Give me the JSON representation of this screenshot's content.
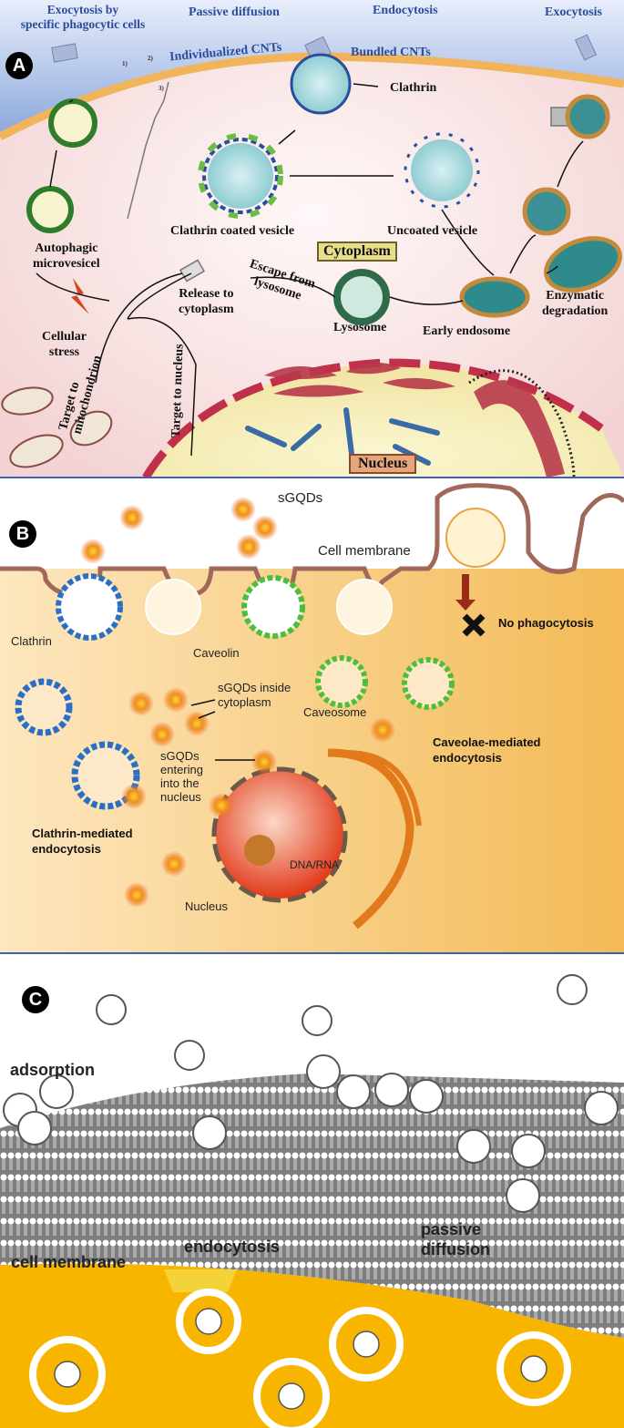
{
  "panel_a": {
    "badge": "A",
    "top_labels": {
      "exocytosis_phagocytic": "Exocytosis by\nspecific phagocytic cells",
      "passive_diffusion": "Passive diffusion",
      "endocytosis": "Endocytosis",
      "exocytosis": "Exocytosis"
    },
    "individualized_cnts": "Individualized CNTs",
    "bundled_cnts": "Bundled CNTs",
    "pathway_numbers": [
      "1)",
      "2)",
      "3)"
    ],
    "clathrin": "Clathrin",
    "clathrin_coated_vesicle": "Clathrin coated vesicle",
    "uncoated_vesicle": "Uncoated vesicle",
    "cytoplasm": "Cytoplasm",
    "autophagic_microvesicle": "Autophagic\nmicrovesicel",
    "release_to_cytoplasm": "Release to\ncytoplasm",
    "escape_from_lysosome": "Escape from\nlysosome",
    "enzymatic_degradation": "Enzymatic\ndegradation",
    "cellular_stress": "Cellular\nstress",
    "lysosome": "Lysosome",
    "early_endosome": "Early endosome",
    "target_to_mitochondrion": "Target to\nmitochondrion",
    "target_to_nucleus": "Target to nucleus",
    "nucleus": "Nucleus"
  },
  "panel_b": {
    "badge": "B",
    "sgqds": "sGQDs",
    "cell_membrane": "Cell membrane",
    "no_phagocytosis": "No phagocytosis",
    "clathrin": "Clathrin",
    "caveolin": "Caveolin",
    "sgqds_inside": "sGQDs inside\ncytoplasm",
    "caveosome": "Caveosome",
    "caveolae_mediated": "Caveolae-mediated\nendocytosis",
    "sgqds_entering": "sGQDs\nentering\ninto the\nnucleus",
    "clathrin_mediated": "Clathrin-mediated\nendocytosis",
    "dna_rna": "DNA/RNA",
    "nucleus": "Nucleus"
  },
  "panel_c": {
    "badge": "C",
    "adsorption": "adsorption",
    "endocytosis": "endocytosis",
    "passive_diffusion": "passive\ndiffusion",
    "cell_membrane": "cell membrane"
  },
  "colors": {
    "panel_a_bg": "#f7e1e1",
    "panel_a_membrane": "#f1b45a",
    "panel_a_top": "#9bb3e0",
    "panel_b_bg": "#f6c25c",
    "panel_b_glow": "#e94a1a",
    "panel_c_cytoplasm": "#f7b500",
    "panel_c_membrane": "#8a8a8a",
    "label_blue": "#2a4d9e",
    "cytoplasm_label_bg": "#e8de8a",
    "nucleus_label_bg": "#e7a57e"
  }
}
